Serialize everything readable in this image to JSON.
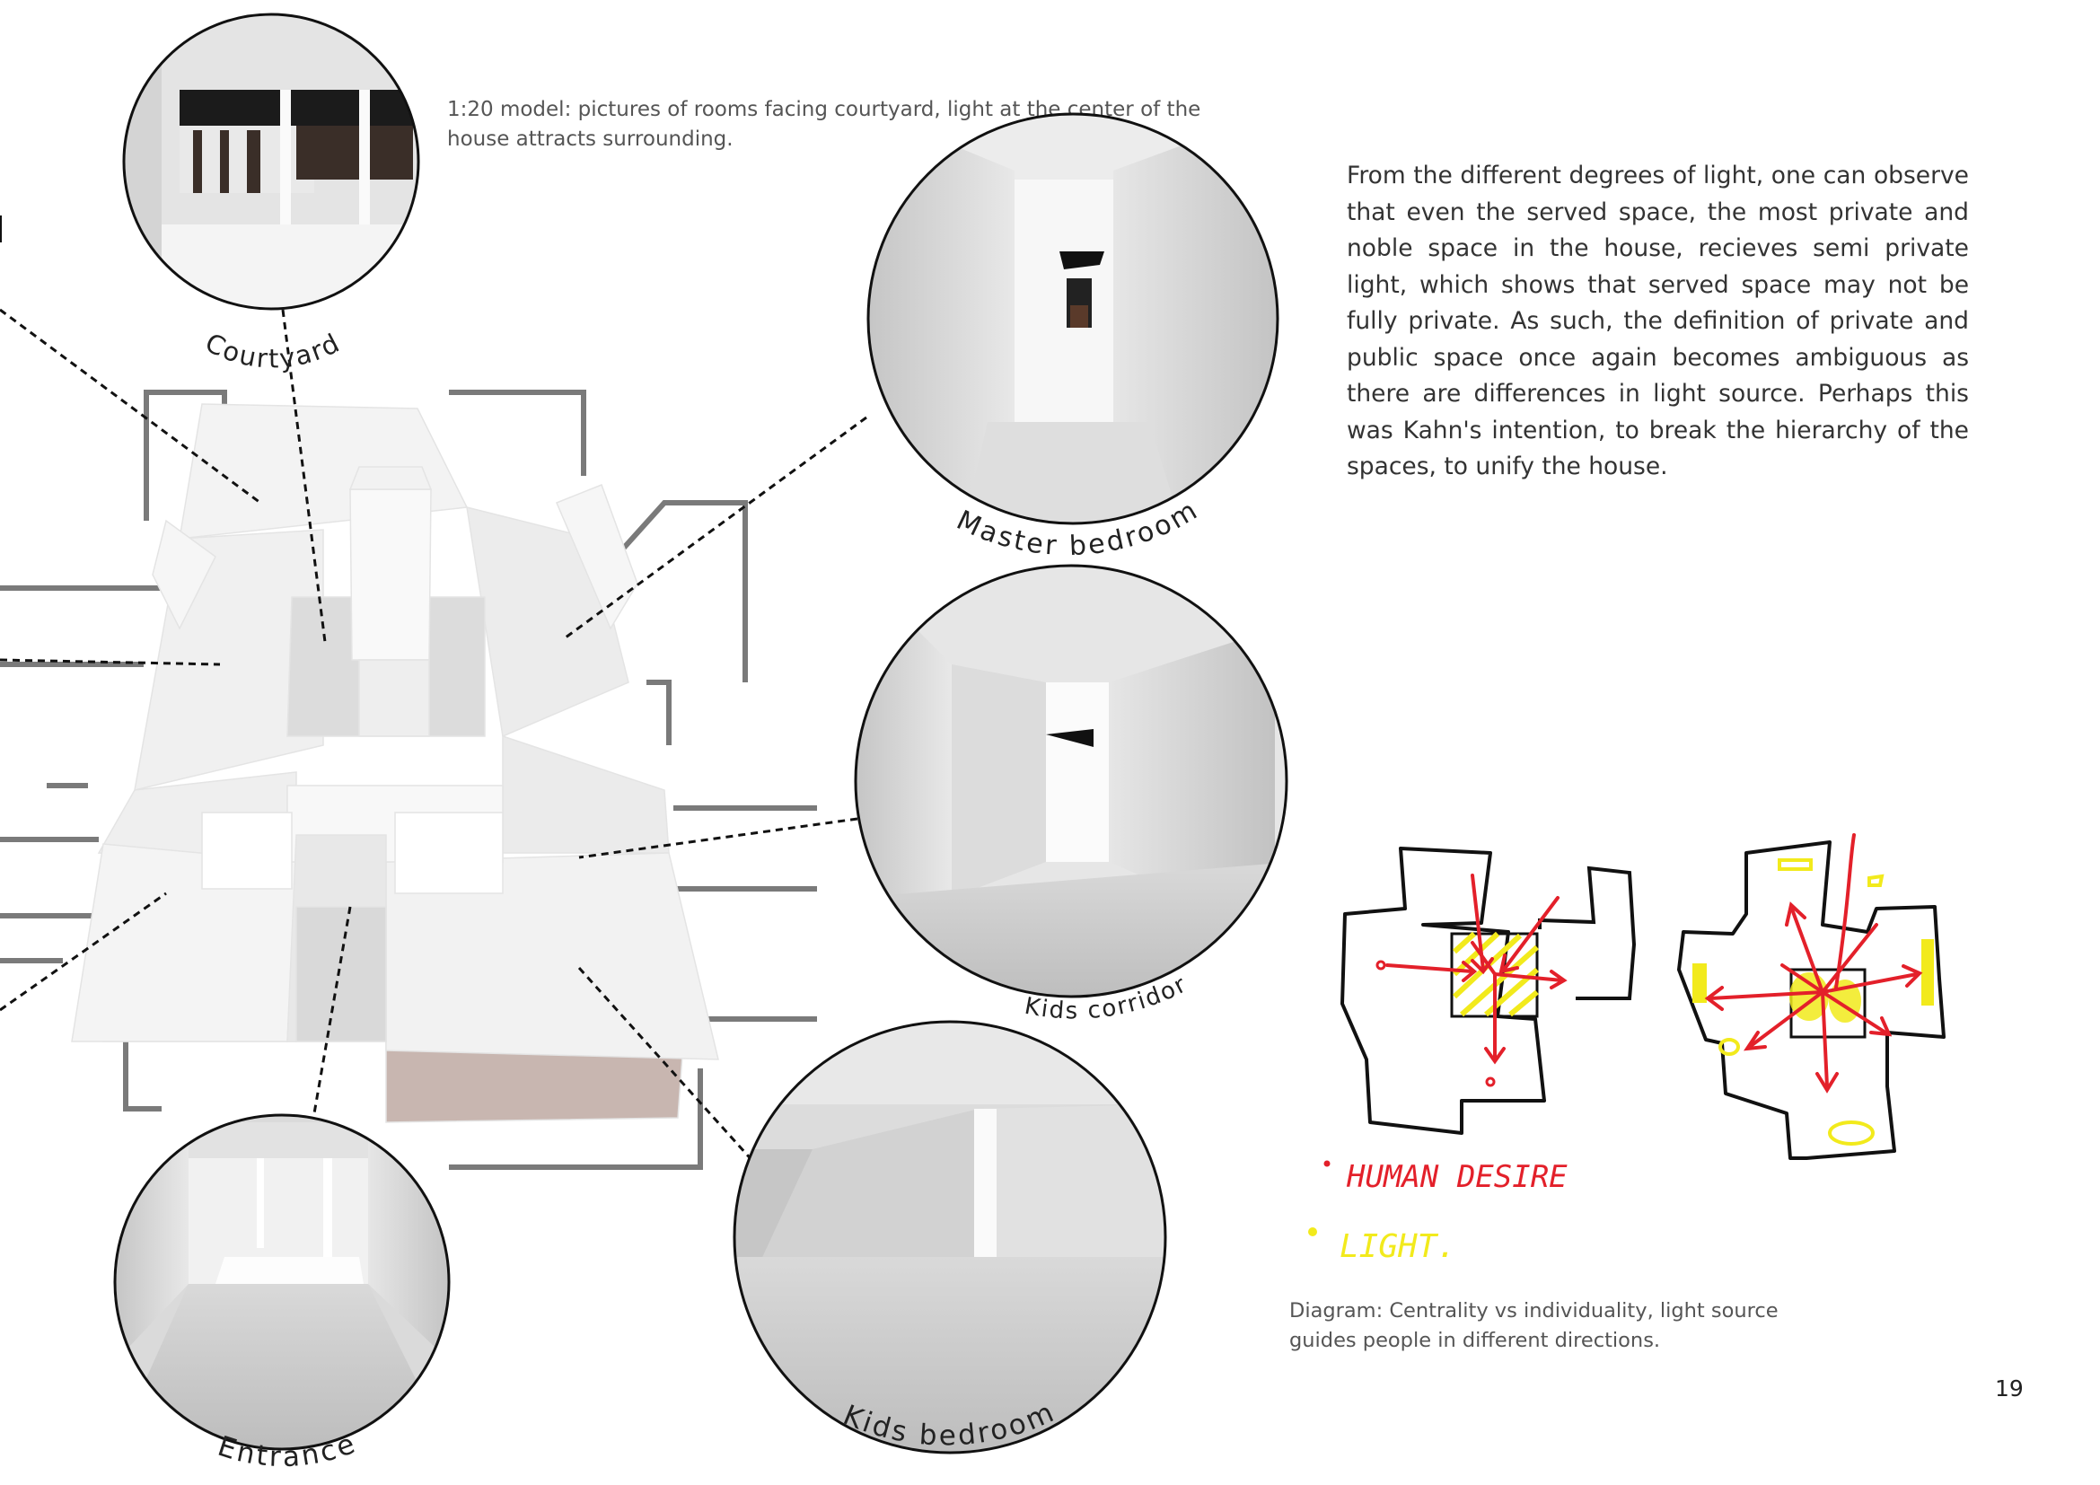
{
  "caption_top": "1:20 model: pictures of rooms facing courtyard, light at the center of the house attracts surrounding.",
  "body_text": "From the different degrees of light, one can observe that even the served space, the most private and noble space in the house, recieves semi private light, which shows that served space may not be fully private. As such, the definition of private and public space once again becomes ambiguous as there are differences in light source. Perhaps this was Kahn's intention, to break the hierarchy of the spaces, to unify the house.",
  "photo_labels": {
    "courtyard": "Courtyard",
    "master_bedroom": "Master bedroom",
    "kids_corridor": "Kids corridor",
    "entrance": "Entrance",
    "kids_bedroom": "Kids bedroom"
  },
  "legend": {
    "human_desire": "HUMAN DESIRE",
    "light": "LIGHT."
  },
  "diagram_caption": "Diagram: Centrality vs individuality, light source guides people in different directions.",
  "page_number": "19",
  "colors": {
    "desire": "#e3202a",
    "light": "#f2ea1c",
    "outline": "#111111",
    "plan_lines": "#7a7a7a"
  }
}
